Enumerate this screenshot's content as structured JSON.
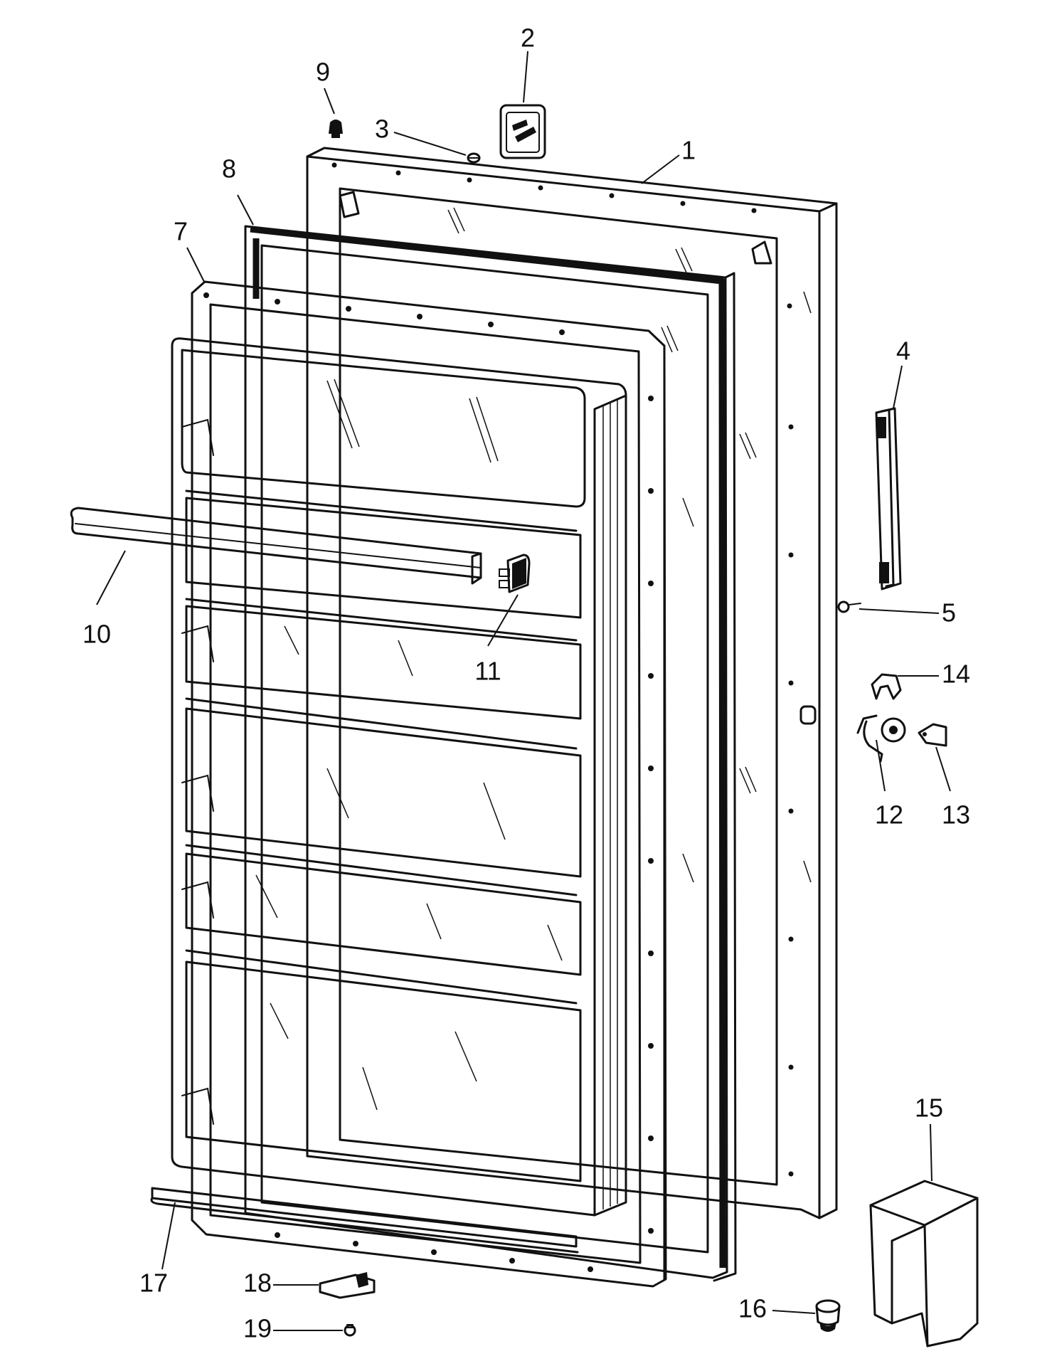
{
  "diagram": {
    "callouts": [
      {
        "id": "1",
        "label": "1"
      },
      {
        "id": "2",
        "label": "2"
      },
      {
        "id": "3",
        "label": "3"
      },
      {
        "id": "4",
        "label": "4"
      },
      {
        "id": "5",
        "label": "5"
      },
      {
        "id": "7",
        "label": "7"
      },
      {
        "id": "8",
        "label": "8"
      },
      {
        "id": "9",
        "label": "9"
      },
      {
        "id": "10",
        "label": "10"
      },
      {
        "id": "11",
        "label": "11"
      },
      {
        "id": "12",
        "label": "12"
      },
      {
        "id": "13",
        "label": "13"
      },
      {
        "id": "14",
        "label": "14"
      },
      {
        "id": "15",
        "label": "15"
      },
      {
        "id": "16",
        "label": "16"
      },
      {
        "id": "17",
        "label": "17"
      },
      {
        "id": "18",
        "label": "18"
      },
      {
        "id": "19",
        "label": "19"
      }
    ]
  }
}
